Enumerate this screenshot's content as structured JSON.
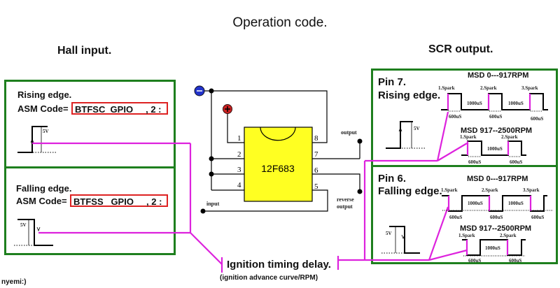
{
  "title": "Operation code.",
  "hall_input": {
    "heading": "Hall input.",
    "rising": {
      "label": "Rising edge.",
      "asm_prefix": "ASM Code=",
      "asm_code": "BTFSC  GPIO     , 2 :",
      "volt": "5V"
    },
    "falling": {
      "label": "Falling edge.",
      "asm_prefix": "ASM Code=",
      "asm_code": "BTFSS   GPIO     , 2 :",
      "volt": "5V"
    }
  },
  "chip": {
    "name": "12F683",
    "pins": [
      "1",
      "2",
      "3",
      "4",
      "5",
      "6",
      "7",
      "8"
    ],
    "labels": {
      "output": "output",
      "reverse_output_1": "reverse",
      "reverse_output_2": "output",
      "input": "input"
    },
    "minus": "−",
    "plus": "+"
  },
  "scr_output": {
    "heading": "SCR output.",
    "pin7": {
      "pin": "Pin 7.",
      "edge": "Rising edge.",
      "volt": "5V"
    },
    "pin6": {
      "pin": "Pin 6.",
      "edge": "Falling edge.",
      "volt": "5V"
    },
    "msd_low": "MSD 0---917RPM",
    "msd_low6": "MSD  0---917RPM",
    "msd_high": "MSD 917--2500RPM",
    "spark1": "1.Spark",
    "spark2": "2.Spark",
    "spark3": "3.Spark",
    "gap": "1000uS",
    "pulse": "600uS"
  },
  "delay": {
    "label": "Ignition timing delay.",
    "sub": "(ignition advance curve/RPM)"
  },
  "signature": "nyemi:)",
  "colors": {
    "box": "#1e7f1e",
    "asm_border": "#dd2222",
    "wire": "#dd22dd",
    "chip": "#ffff22",
    "minus": "#2233cc",
    "plus": "#cc2222"
  }
}
